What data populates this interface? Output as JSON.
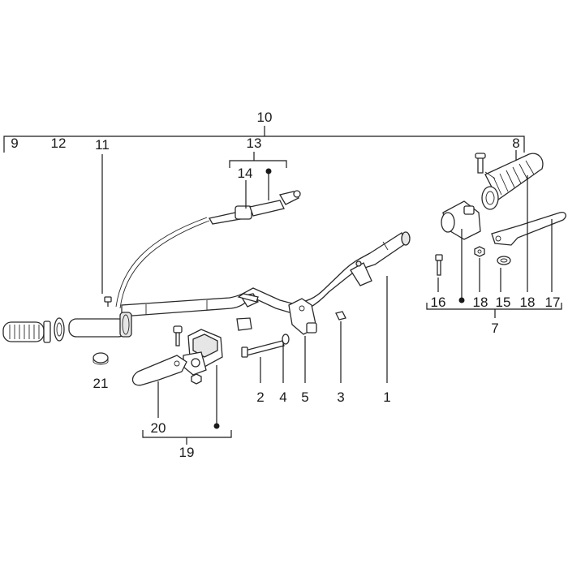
{
  "callouts": {
    "n1": "1",
    "n2": "2",
    "n3": "3",
    "n4": "4",
    "n5": "5",
    "n7": "7",
    "n8": "8",
    "n9": "9",
    "n10": "10",
    "n11": "11",
    "n12": "12",
    "n13": "13",
    "n14": "14",
    "n15": "15",
    "n16": "16",
    "n17": "17",
    "n18a": "18",
    "n18b": "18",
    "n19": "19",
    "n20": "20",
    "n21": "21"
  },
  "colors": {
    "line": "#1a1a1a",
    "part_fill": "#ffffff",
    "part_shade": "#e6e6e6"
  }
}
